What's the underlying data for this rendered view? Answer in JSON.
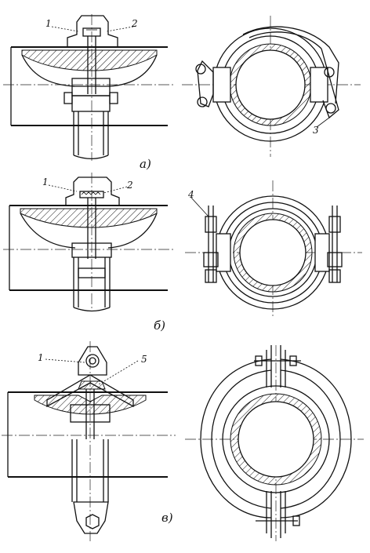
{
  "labels": {
    "a_1": "1",
    "a_2": "2",
    "a_3": "3",
    "b_1": "1",
    "b_2": "2",
    "b_4": "4",
    "c_1": "1",
    "c_5": "5"
  },
  "captions": {
    "a": "а)",
    "b": "б)",
    "c": "в)"
  },
  "colors": {
    "ink": "#111111",
    "paper": "#ffffff"
  }
}
